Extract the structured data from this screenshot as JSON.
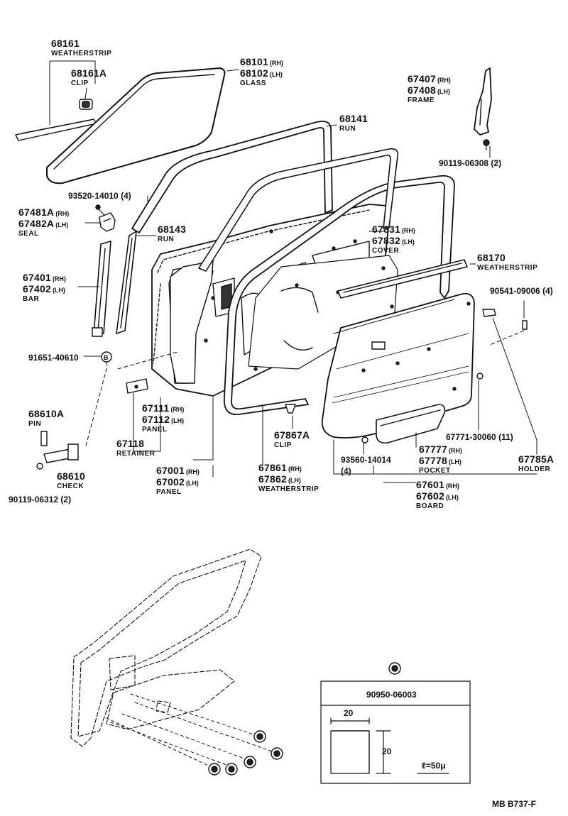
{
  "parts": [
    {
      "key": "p68161",
      "lines": [
        {
          "num": "68161"
        }
      ],
      "name": "WEATHERSTRIP"
    },
    {
      "key": "p68161A",
      "lines": [
        {
          "num": "68161A"
        }
      ],
      "name": "CLIP"
    },
    {
      "key": "p68101",
      "lines": [
        {
          "num": "68101",
          "sfx": "(RH)"
        },
        {
          "num": "68102",
          "sfx": "(LH)"
        }
      ],
      "name": "GLASS"
    },
    {
      "key": "p67407",
      "lines": [
        {
          "num": "67407",
          "sfx": "(RH)"
        },
        {
          "num": "67408",
          "sfx": "(LH)"
        }
      ],
      "name": "FRAME"
    },
    {
      "key": "p68141",
      "lines": [
        {
          "num": "68141"
        }
      ],
      "name": "RUN"
    },
    {
      "key": "p90119a",
      "lines": [
        {
          "num": "90119-06308 (2)"
        }
      ],
      "name": ""
    },
    {
      "key": "p93520",
      "lines": [
        {
          "num": "93520-14010 (4)"
        }
      ],
      "name": ""
    },
    {
      "key": "p67481",
      "lines": [
        {
          "num": "67481A",
          "sfx": "(RH)"
        },
        {
          "num": "67482A",
          "sfx": "(LH)"
        }
      ],
      "name": "SEAL"
    },
    {
      "key": "p68143",
      "lines": [
        {
          "num": "68143"
        }
      ],
      "name": "RUN"
    },
    {
      "key": "p67831",
      "lines": [
        {
          "num": "67831",
          "sfx": "(RH)"
        },
        {
          "num": "67832",
          "sfx": "(LH)"
        }
      ],
      "name": "COVER"
    },
    {
      "key": "p68170",
      "lines": [
        {
          "num": "68170"
        }
      ],
      "name": "WEATHERSTRIP"
    },
    {
      "key": "p67401",
      "lines": [
        {
          "num": "67401",
          "sfx": "(RH)"
        },
        {
          "num": "67402",
          "sfx": "(LH)"
        }
      ],
      "name": "BAR"
    },
    {
      "key": "p90541",
      "lines": [
        {
          "num": "90541-09006 (4)"
        }
      ],
      "name": ""
    },
    {
      "key": "p91651",
      "lines": [
        {
          "num": "91651-40610"
        }
      ],
      "name": ""
    },
    {
      "key": "p68610A",
      "lines": [
        {
          "num": "68610A"
        }
      ],
      "name": "PIN"
    },
    {
      "key": "p67111",
      "lines": [
        {
          "num": "67111",
          "sfx": "(RH)"
        },
        {
          "num": "67112",
          "sfx": "(LH)"
        }
      ],
      "name": "PANEL"
    },
    {
      "key": "p67118",
      "lines": [
        {
          "num": "67118"
        }
      ],
      "name": "RETAINER"
    },
    {
      "key": "p67867A",
      "lines": [
        {
          "num": "67867A"
        }
      ],
      "name": "CLIP"
    },
    {
      "key": "p67771",
      "lines": [
        {
          "num": "67771-30060 (11)"
        }
      ],
      "name": ""
    },
    {
      "key": "p93560",
      "lines": [
        {
          "num": "93560-14014"
        },
        {
          "num": "(4)"
        }
      ],
      "name": ""
    },
    {
      "key": "p67777",
      "lines": [
        {
          "num": "67777",
          "sfx": "(RH)"
        },
        {
          "num": "67778",
          "sfx": "(LH)"
        }
      ],
      "name": "POCKET"
    },
    {
      "key": "p67785A",
      "lines": [
        {
          "num": "67785A"
        }
      ],
      "name": "HOLDER"
    },
    {
      "key": "p68610",
      "lines": [
        {
          "num": "68610"
        }
      ],
      "name": "CHECK"
    },
    {
      "key": "p67001",
      "lines": [
        {
          "num": "67001",
          "sfx": "(RH)"
        },
        {
          "num": "67002",
          "sfx": "(LH)"
        }
      ],
      "name": "PANEL"
    },
    {
      "key": "p67861",
      "lines": [
        {
          "num": "67861",
          "sfx": "(RH)"
        },
        {
          "num": "67862",
          "sfx": "(LH)"
        }
      ],
      "name": "WEATHERSTRIP"
    },
    {
      "key": "p67601",
      "lines": [
        {
          "num": "67601",
          "sfx": "(RH)"
        },
        {
          "num": "67602",
          "sfx": "(LH)"
        }
      ],
      "name": "BOARD"
    },
    {
      "key": "p90119b",
      "lines": [
        {
          "num": "90119-06312 (2)"
        }
      ],
      "name": ""
    }
  ],
  "inset": {
    "part_number": "90950-06003",
    "dim_width": "20",
    "dim_height": "20",
    "length_note": "ℓ=50μ"
  },
  "sheet_code": "MB  B737-F"
}
